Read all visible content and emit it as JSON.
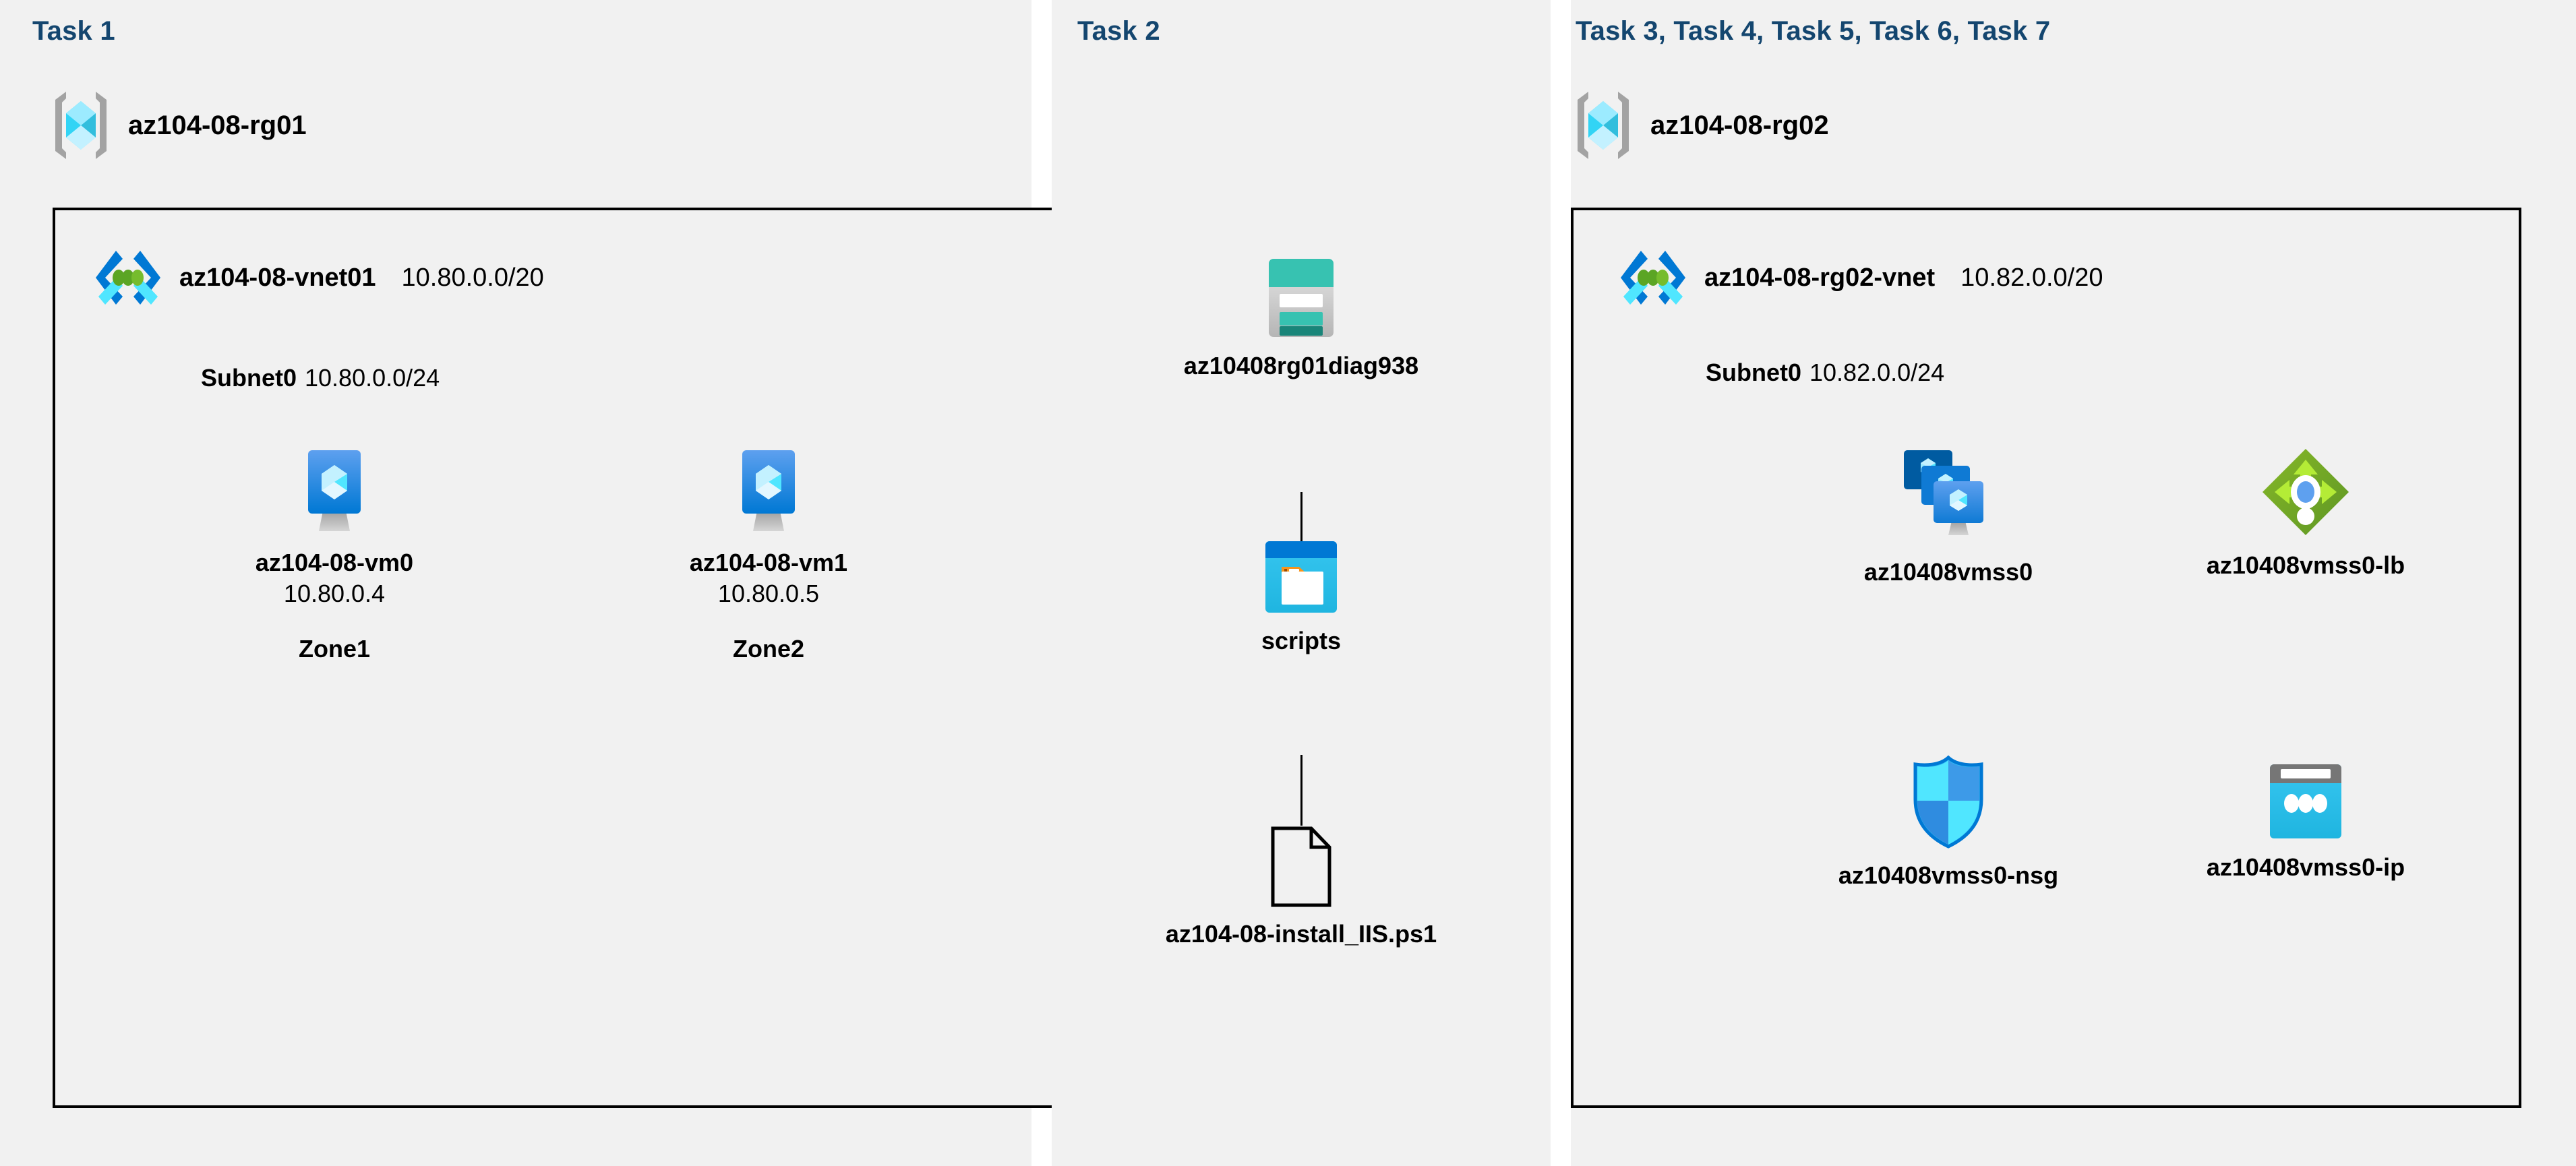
{
  "panels": {
    "task1": {
      "heading": "Task 1"
    },
    "task2": {
      "heading": "Task 2"
    },
    "task3": {
      "heading": "Task 3, Task 4, Task 5, Task 6, Task 7"
    }
  },
  "resource_groups": [
    {
      "name": "az104-08-rg01",
      "icon": "resource-group-icon"
    },
    {
      "name": "az104-08-rg02",
      "icon": "resource-group-icon"
    }
  ],
  "vnets": [
    {
      "name": "az104-08-vnet01",
      "cidr": "10.80.0.0/20",
      "icon": "virtual-network-icon"
    },
    {
      "name": "az104-08-rg02-vnet",
      "cidr": "10.82.0.0/20",
      "icon": "virtual-network-icon"
    }
  ],
  "subnets": [
    {
      "name": "Subnet0",
      "cidr": "10.80.0.0/24"
    },
    {
      "name": "Subnet0",
      "cidr": "10.82.0.0/24"
    }
  ],
  "vms": [
    {
      "name": "az104-08-vm0",
      "ip": "10.80.0.4",
      "zone": "Zone1",
      "icon": "virtual-machine-icon"
    },
    {
      "name": "az104-08-vm1",
      "ip": "10.80.0.5",
      "zone": "Zone2",
      "icon": "virtual-machine-icon"
    }
  ],
  "storage": {
    "account": {
      "name": "az10408rg01diag938",
      "icon": "storage-account-icon"
    },
    "container": {
      "name": "scripts",
      "icon": "blob-container-icon"
    },
    "file": {
      "name": "az104-08-install_IIS.ps1",
      "icon": "file-icon"
    }
  },
  "scale_set_resources": [
    {
      "name": "az10408vmss0",
      "icon": "vm-scale-set-icon"
    },
    {
      "name": "az10408vmss0-lb",
      "icon": "load-balancer-icon"
    },
    {
      "name": "az10408vmss0-nsg",
      "icon": "network-security-group-icon"
    },
    {
      "name": "az10408vmss0-ip",
      "icon": "public-ip-address-icon"
    }
  ],
  "colors": {
    "panel_background": "#f1f1f1",
    "heading_blue": "#14466f",
    "border_black": "#000000",
    "azure_blue": "#0078d4",
    "azure_cyan": "#50e6ff",
    "storage_teal": "#37c2b1",
    "lb_green": "#5e9624"
  }
}
